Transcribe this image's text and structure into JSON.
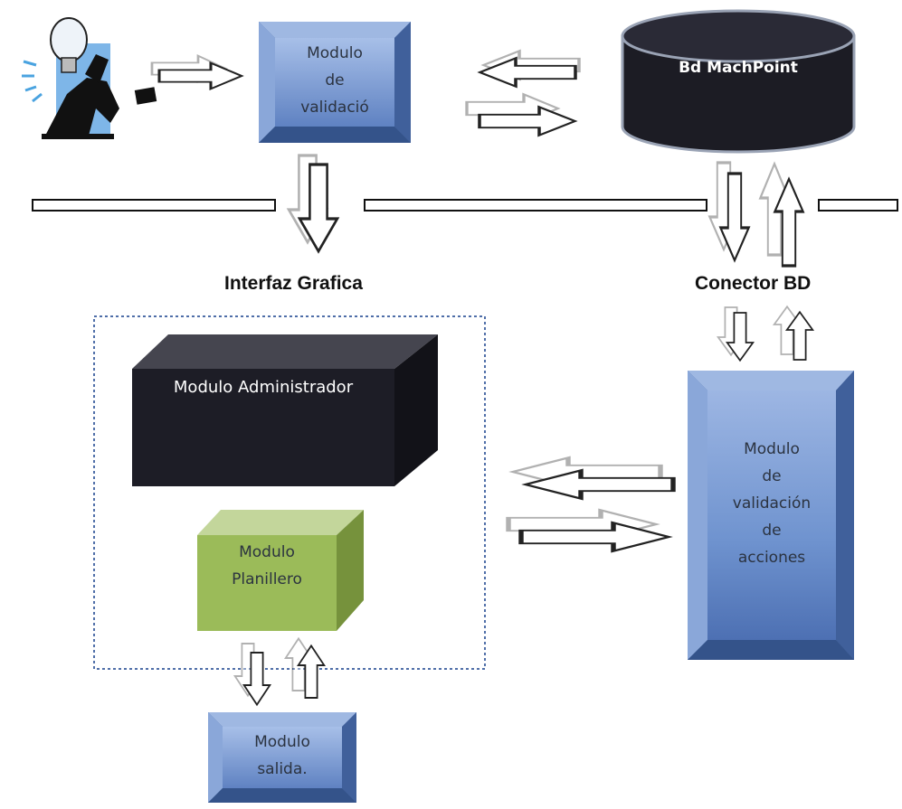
{
  "modules": {
    "validacion": {
      "line1": "Modulo",
      "line2": "de",
      "line3": "validació"
    },
    "database": {
      "label": "Bd MachPoint"
    },
    "administrador": {
      "label": "Modulo Administrador"
    },
    "planillero": {
      "line1": "Modulo",
      "line2": "Planillero"
    },
    "validacion_acciones": {
      "line1": "Modulo",
      "line2": "de",
      "line3": "validación",
      "line4": "de",
      "line5": "acciones"
    },
    "salida": {
      "line1": "Modulo",
      "line2": "salida."
    }
  },
  "layers": {
    "interfaz_grafica": "Interfaz Grafica",
    "conector_bd": "Conector BD"
  },
  "colors": {
    "blue_box": "#6f93cf",
    "dark_box": "#23232d",
    "green_box": "#9bbb59",
    "dotted_border": "#4f6ea8"
  },
  "icons": {
    "user": "businessman-lightbulb-icon"
  }
}
